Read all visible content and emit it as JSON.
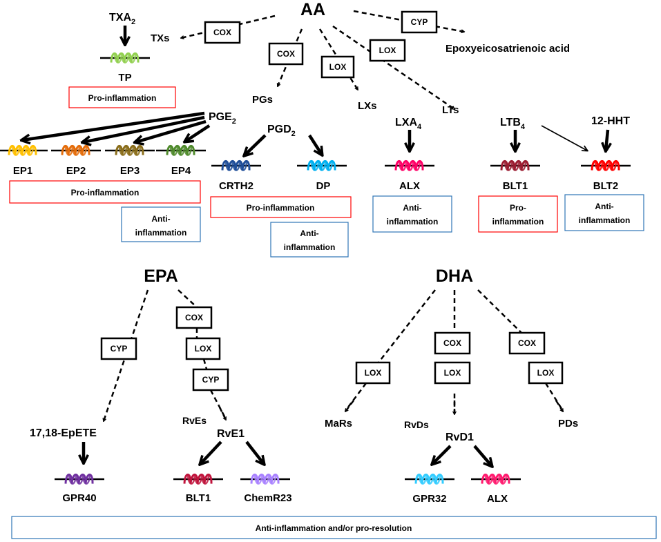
{
  "colors": {
    "pro_box_border": "#ff0000",
    "anti_box_border": "#2e75b6",
    "TP": "#92d050",
    "EP1": "#ffc000",
    "EP2": "#e46c0a",
    "EP3": "#8a6d1a",
    "EP4": "#4f8a2b",
    "CRTH2": "#1f4e99",
    "DP": "#00b0f0",
    "ALX": "#ff0066",
    "BLT1": "#9b1c31",
    "BLT2": "#ff0000",
    "GPR40": "#7030a0",
    "BLT1_epa": "#c0143c",
    "ChemR23": "#a982ff",
    "GPR32": "#33ccff",
    "ALX_dha": "#ff1a6e"
  },
  "sources": {
    "aa": "AA",
    "epa": "EPA",
    "dha": "DHA"
  },
  "enzymes": {
    "cox": "COX",
    "lox": "LOX",
    "cyp": "CYP"
  },
  "aa_products": {
    "txs": "TXs",
    "pgs": "PGs",
    "lxs": "LXs",
    "lts": "LTs",
    "epoxy": "Epoxyeicosatrienoic acid"
  },
  "ligands": {
    "txa2": {
      "base": "TXA",
      "sub": "2"
    },
    "pge2": {
      "base": "PGE",
      "sub": "2"
    },
    "pgd2": {
      "base": "PGD",
      "sub": "2"
    },
    "lxa4": {
      "base": "LXA",
      "sub": "4"
    },
    "ltb4": {
      "base": "LTB",
      "sub": "4"
    },
    "hht": "12-HHT",
    "epete": "17,18-EpETE",
    "rves": "RvEs",
    "rve1": "RvE1",
    "mars": "MaRs",
    "rvds": "RvDs",
    "rvd1": "RvD1",
    "pds": "PDs"
  },
  "receptors": {
    "tp": "TP",
    "ep1": "EP1",
    "ep2": "EP2",
    "ep3": "EP3",
    "ep4": "EP4",
    "crth2": "CRTH2",
    "dp": "DP",
    "alx": "ALX",
    "blt1": "BLT1",
    "blt2": "BLT2",
    "gpr40": "GPR40",
    "blt1_epa": "BLT1",
    "chemr23": "ChemR23",
    "gpr32": "GPR32",
    "alx_dha": "ALX"
  },
  "effects": {
    "tp_pro": "Pro-inflammation",
    "ep_pro": "Pro-inflammation",
    "ep4_anti": [
      "Anti-",
      "inflammation"
    ],
    "pgd_pro": "Pro-inflammation",
    "dp_anti": [
      "Anti-",
      "inflammation"
    ],
    "alx_anti": [
      "Anti-",
      "inflammation"
    ],
    "blt1_pro": [
      "Pro-",
      "inflammation"
    ],
    "blt2_anti": [
      "Anti-",
      "inflammation"
    ],
    "bottom": "Anti-inflammation and/or pro-resolution"
  }
}
